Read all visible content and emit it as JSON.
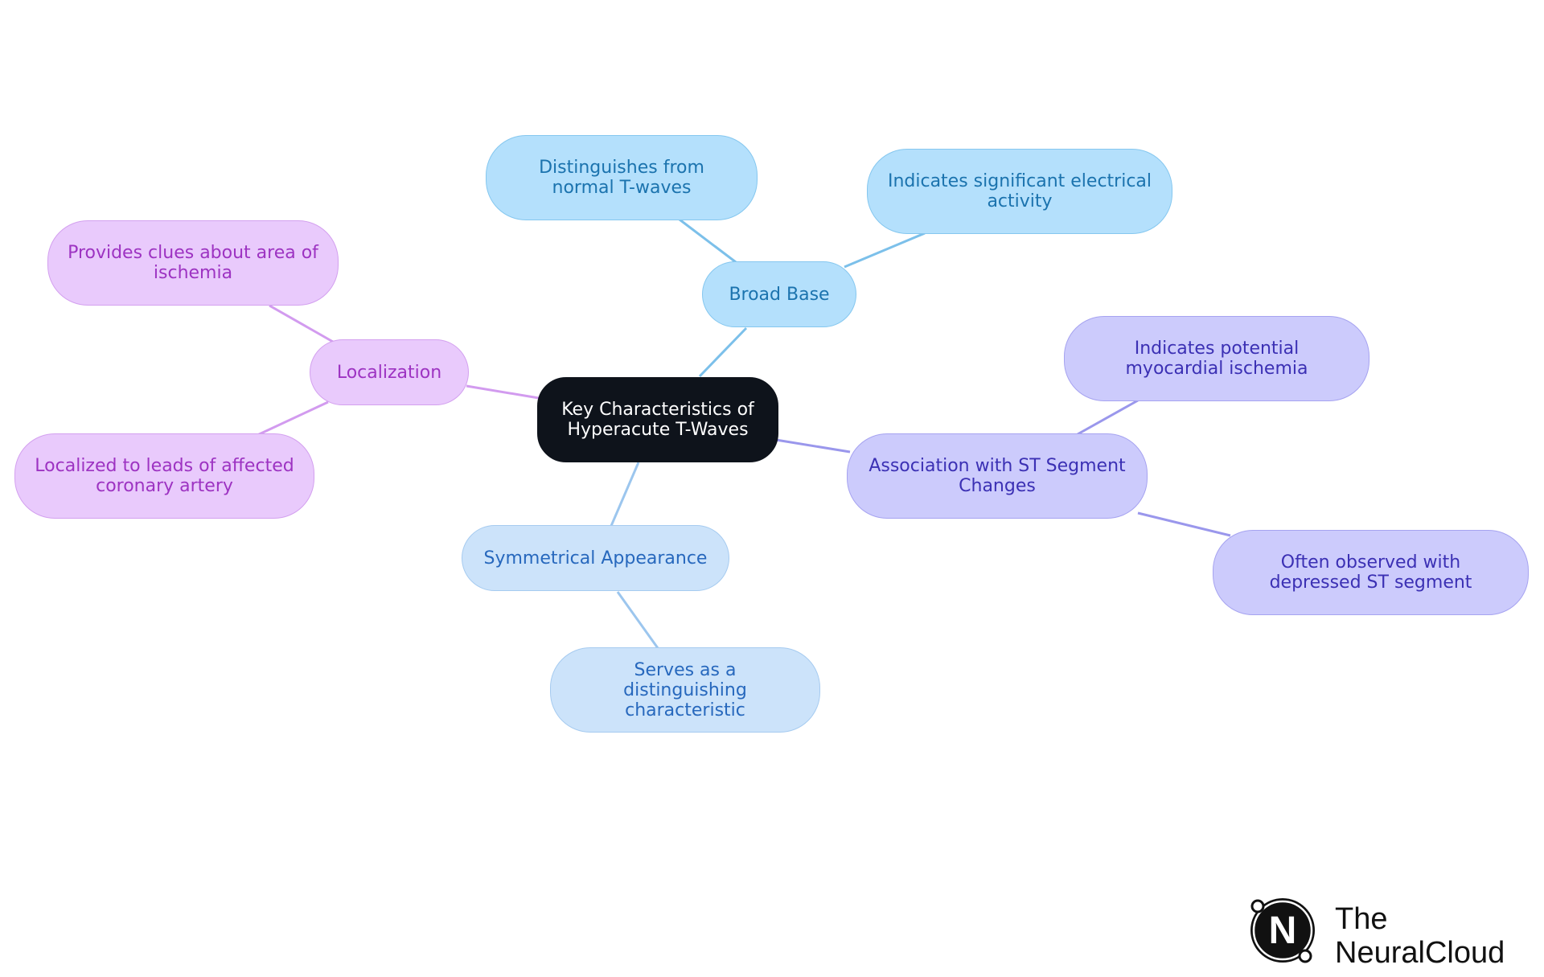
{
  "diagram": {
    "root": {
      "label": "Key Characteristics of Hyperacute T-Waves"
    },
    "branches": [
      {
        "label": "Broad Base",
        "color": "#7cc0ea",
        "children": [
          {
            "label": "Distinguishes from normal T-waves"
          },
          {
            "label": "Indicates significant electrical activity"
          }
        ]
      },
      {
        "label": "Association with ST Segment Changes",
        "color": "#9a97ec",
        "children": [
          {
            "label": "Indicates potential myocardial ischemia"
          },
          {
            "label": "Often observed with depressed ST segment"
          }
        ]
      },
      {
        "label": "Symmetrical Appearance",
        "color": "#9cc6ee",
        "children": [
          {
            "label": "Serves as a distinguishing characteristic"
          }
        ]
      },
      {
        "label": "Localization",
        "color": "#d29bef",
        "children": [
          {
            "label": "Provides clues about area of ischemia"
          },
          {
            "label": "Localized to leads of affected coronary artery"
          }
        ]
      }
    ]
  },
  "logo": {
    "line1": "The",
    "line2": "NeuralCloud",
    "mark": "N"
  }
}
